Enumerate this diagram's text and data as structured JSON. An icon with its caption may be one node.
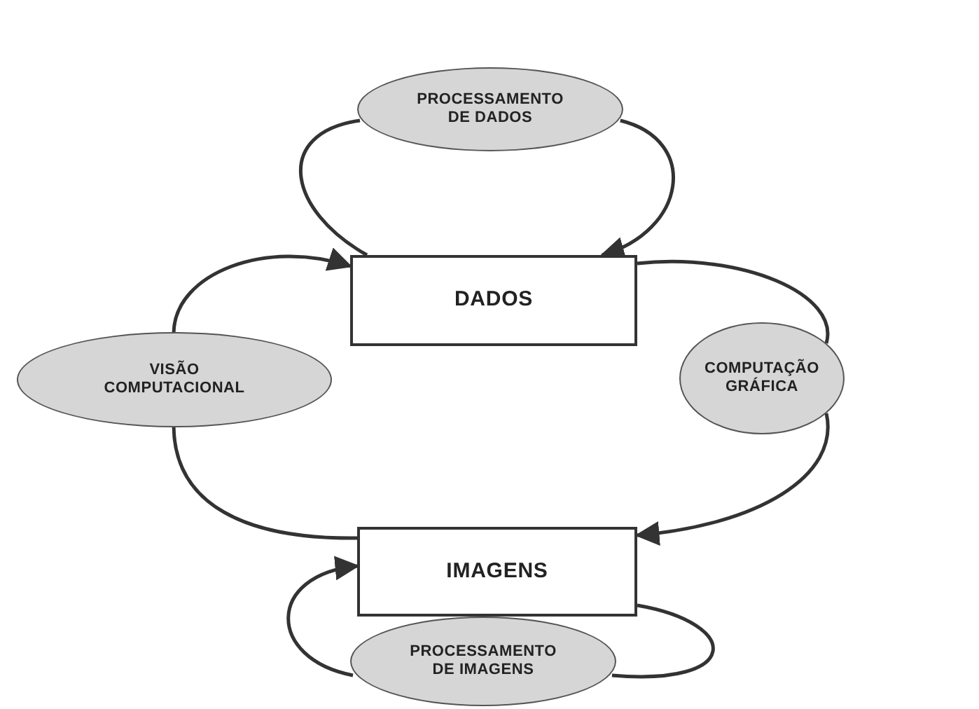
{
  "diagram": {
    "nodes": [
      {
        "text": [
          "PROCESSAMENTO DE DADOS"
        ]
      },
      {
        "text": [
          "DADOS"
        ]
      },
      {
        "text": [
          "VISÃO COMPUTACIONAL"
        ]
      },
      {
        "text": [
          "COMPUTAÇÃO GRÁFICA"
        ]
      },
      {
        "text": [
          "IMAGENS"
        ]
      },
      {
        "text": [
          "PROCESSAMENTO DE IMAGENS"
        ]
      }
    ],
    "edges": [
      {
        "from": 1,
        "to": 0,
        "arrow": "none"
      },
      {
        "from": 0,
        "to": 1,
        "arrow": "to"
      },
      {
        "from": 2,
        "to": 1,
        "arrow": "to"
      },
      {
        "from": 1,
        "to": 3,
        "arrow": "none"
      },
      {
        "from": 3,
        "to": 4,
        "arrow": "to"
      },
      {
        "from": 4,
        "to": 2,
        "arrow": "none"
      },
      {
        "from": 5,
        "to": 4,
        "arrow": "to"
      },
      {
        "from": 4,
        "to": 5,
        "arrow": "none"
      }
    ]
  }
}
